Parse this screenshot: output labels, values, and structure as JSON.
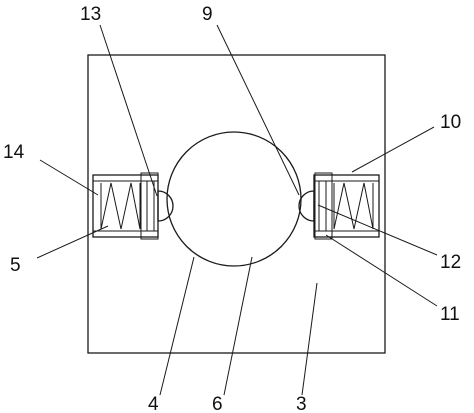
{
  "diagram": {
    "callouts": [
      {
        "id": "c13",
        "text": "13"
      },
      {
        "id": "c9",
        "text": "9"
      },
      {
        "id": "c10",
        "text": "10"
      },
      {
        "id": "c14",
        "text": "14"
      },
      {
        "id": "c5",
        "text": "5"
      },
      {
        "id": "c12",
        "text": "12"
      },
      {
        "id": "c11",
        "text": "11"
      },
      {
        "id": "c4",
        "text": "4"
      },
      {
        "id": "c6",
        "text": "6"
      },
      {
        "id": "c3",
        "text": "3"
      }
    ]
  }
}
